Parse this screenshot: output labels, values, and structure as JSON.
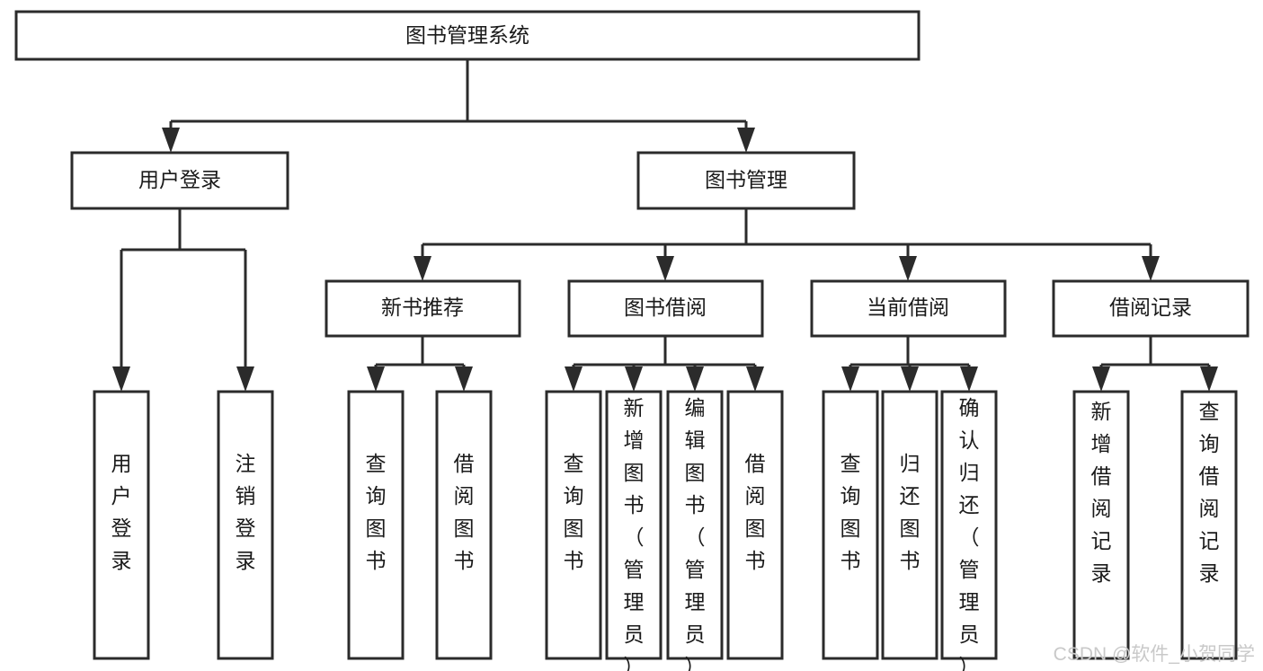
{
  "diagram": {
    "title": "图书管理系统",
    "type": "tree-hierarchy-chart",
    "orientation": "top-down",
    "colors": {
      "node_fill": "#ffffff",
      "node_stroke": "#2b2b2b",
      "text": "#1a1a1a",
      "background": "#ffffff",
      "watermark": "#c9c9c9"
    },
    "levels": {
      "root": "图书管理系统",
      "level2": [
        "用户登录",
        "图书管理"
      ],
      "level3": [
        "新书推荐",
        "图书借阅",
        "当前借阅",
        "借阅记录"
      ]
    },
    "nodes": {
      "root": {
        "label": "图书管理系统"
      },
      "user_login": {
        "label": "用户登录"
      },
      "book_manage": {
        "label": "图书管理"
      },
      "new_book_rec": {
        "label": "新书推荐"
      },
      "book_borrow": {
        "label": "图书借阅"
      },
      "current_borrow": {
        "label": "当前借阅"
      },
      "borrow_record": {
        "label": "借阅记录"
      },
      "leaf_user_login": {
        "label": "用户登录"
      },
      "leaf_logout": {
        "label": "注销登录"
      },
      "leaf_query_book_1": {
        "label": "查询图书"
      },
      "leaf_borrow_book_1": {
        "label": "借阅图书"
      },
      "leaf_query_book_2": {
        "label": "查询图书"
      },
      "leaf_add_book": {
        "label": "新增图书（管理员）"
      },
      "leaf_edit_book": {
        "label": "编辑图书（管理员）"
      },
      "leaf_borrow_book_2": {
        "label": "借阅图书"
      },
      "leaf_query_book_3": {
        "label": "查询图书"
      },
      "leaf_return_book": {
        "label": "归还图书"
      },
      "leaf_confirm_return": {
        "label": "确认归还（管理员）"
      },
      "leaf_add_record": {
        "label": "新增借阅记录"
      },
      "leaf_query_record": {
        "label": "查询借阅记录"
      }
    },
    "edges": [
      {
        "from": "root",
        "to": "user_login"
      },
      {
        "from": "root",
        "to": "book_manage"
      },
      {
        "from": "user_login",
        "to": "leaf_user_login"
      },
      {
        "from": "user_login",
        "to": "leaf_logout"
      },
      {
        "from": "book_manage",
        "to": "new_book_rec"
      },
      {
        "from": "book_manage",
        "to": "book_borrow"
      },
      {
        "from": "book_manage",
        "to": "current_borrow"
      },
      {
        "from": "book_manage",
        "to": "borrow_record"
      },
      {
        "from": "new_book_rec",
        "to": "leaf_query_book_1"
      },
      {
        "from": "new_book_rec",
        "to": "leaf_borrow_book_1"
      },
      {
        "from": "book_borrow",
        "to": "leaf_query_book_2"
      },
      {
        "from": "book_borrow",
        "to": "leaf_add_book"
      },
      {
        "from": "book_borrow",
        "to": "leaf_edit_book"
      },
      {
        "from": "book_borrow",
        "to": "leaf_borrow_book_2"
      },
      {
        "from": "current_borrow",
        "to": "leaf_query_book_3"
      },
      {
        "from": "current_borrow",
        "to": "leaf_return_book"
      },
      {
        "from": "current_borrow",
        "to": "leaf_confirm_return"
      },
      {
        "from": "borrow_record",
        "to": "leaf_add_record"
      },
      {
        "from": "borrow_record",
        "to": "leaf_query_record"
      }
    ]
  },
  "watermark": {
    "text": "CSDN @软件_小贺同学"
  }
}
